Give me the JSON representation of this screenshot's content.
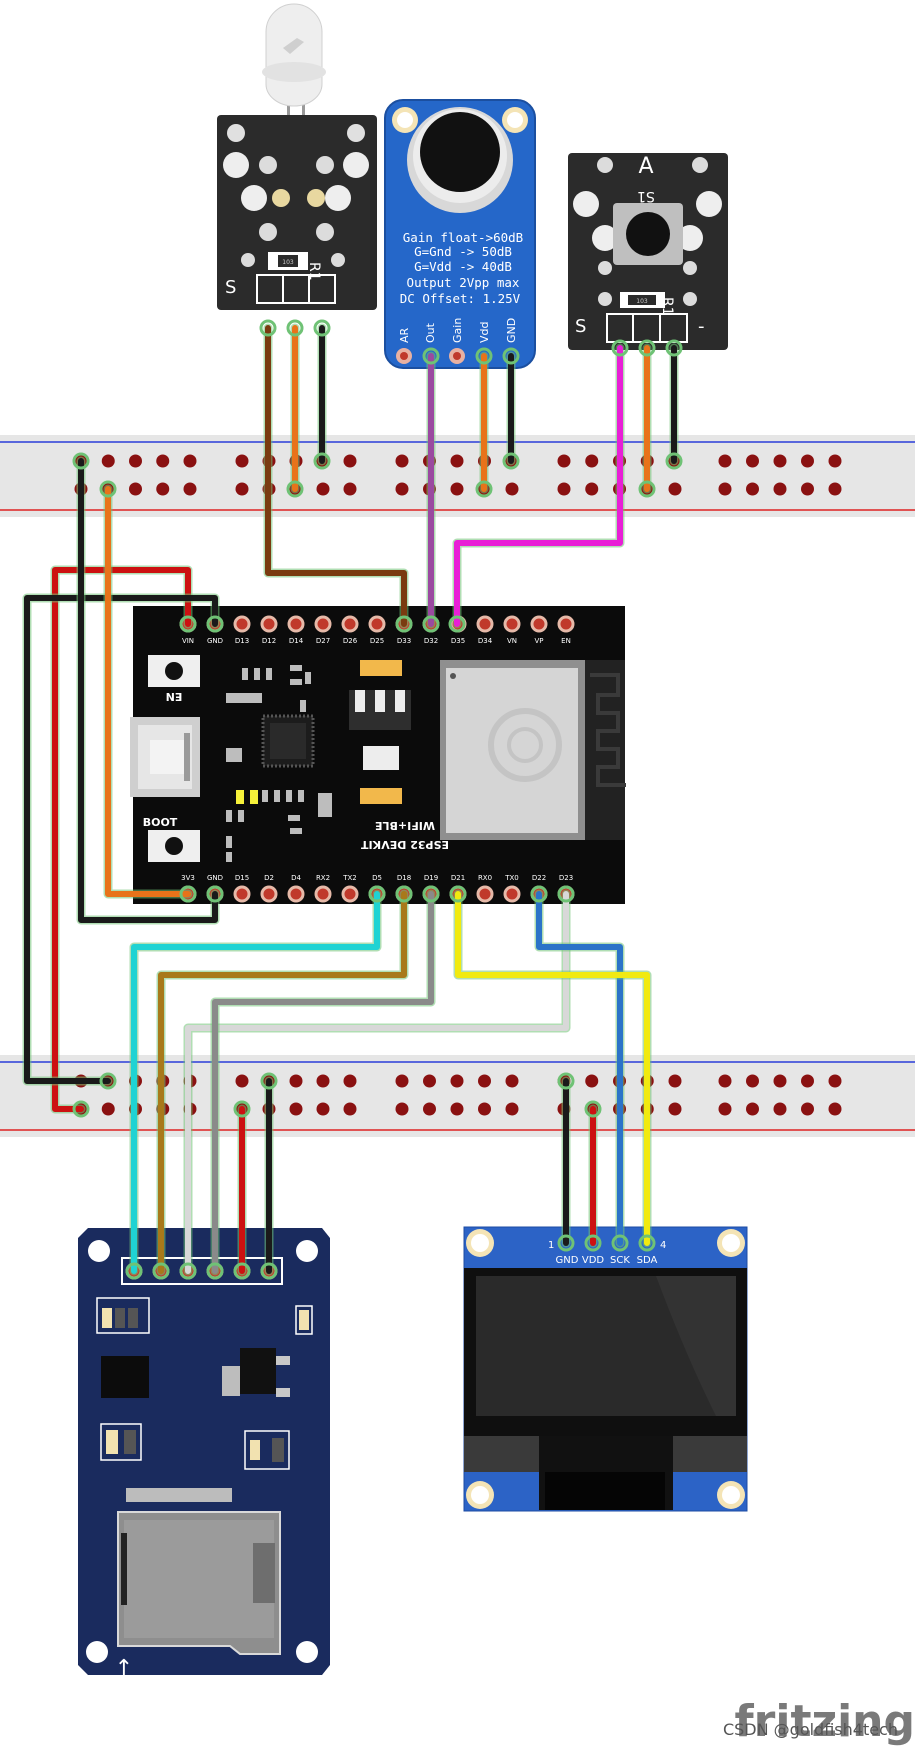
{
  "esp32": {
    "top_pins": [
      "VIN",
      "GND",
      "D13",
      "D12",
      "D14",
      "D27",
      "D26",
      "D25",
      "D33",
      "D32",
      "D35",
      "D34",
      "VN",
      "VP",
      "EN"
    ],
    "bottom_pins": [
      "3V3",
      "GND",
      "D15",
      "D2",
      "D4",
      "RX2",
      "TX2",
      "D5",
      "D18",
      "D19",
      "D21",
      "RX0",
      "TX0",
      "D22",
      "D23"
    ],
    "en_label": "EN",
    "boot_label": "BOOT",
    "model_label": "ESP32 DEVKIT",
    "wireless_label": "WIFI+BLE"
  },
  "mic_module": {
    "lines": [
      "Gain float->60dB",
      "G=Gnd -> 50dB",
      "G=Vdd -> 40dB",
      "Output 2Vpp max",
      "DC Offset: 1.25V"
    ],
    "pins": [
      "AR",
      "Out",
      "Gain",
      "Vdd",
      "GND"
    ]
  },
  "sensor_module": {
    "s_label": "S",
    "r_label": "R1",
    "res_code": "103"
  },
  "button_module": {
    "a_label": "A",
    "sw_label": "S1",
    "s_label": "S",
    "minus_label": "-",
    "r_label": "R1",
    "res_code": "103"
  },
  "oled": {
    "pins": [
      "GND",
      "VDD",
      "SCK",
      "SDA"
    ],
    "pin_start": "1",
    "pin_end": "4"
  },
  "brand": "fritzing",
  "watermark": "CSDN @goldfish4tech",
  "colors": {
    "brown": "#7a3b10",
    "orange": "#e8731a",
    "black": "#1a1a1a",
    "purple": "#9a4aa0",
    "magenta": "#e81fd6",
    "red": "#cc1111",
    "cyan": "#1fd3d3",
    "ochre": "#a8791a",
    "gray": "#8a8a8a",
    "white_wire": "#d8d8d8",
    "yellow": "#f1ea10",
    "blue": "#2b73c8"
  }
}
